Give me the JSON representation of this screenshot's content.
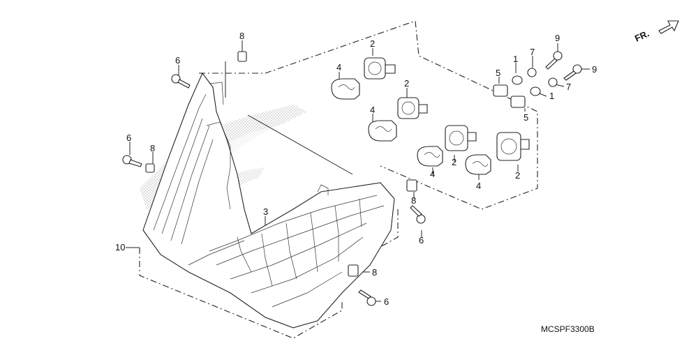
{
  "diagram_code": "MCSPF3300B",
  "direction_label": "FR.",
  "callouts": {
    "c1a": "1",
    "c1b": "1",
    "c2a": "2",
    "c2b": "2",
    "c2c": "2",
    "c2d": "2",
    "c3": "3",
    "c4a": "4",
    "c4b": "4",
    "c4c": "4",
    "c4d": "4",
    "c5a": "5",
    "c5b": "5",
    "c6a": "6",
    "c6b": "6",
    "c6c": "6",
    "c6d": "6",
    "c7a": "7",
    "c7b": "7",
    "c8a": "8",
    "c8b": "8",
    "c8c": "8",
    "c8d": "8",
    "c9a": "9",
    "c9b": "9",
    "c10": "10"
  }
}
